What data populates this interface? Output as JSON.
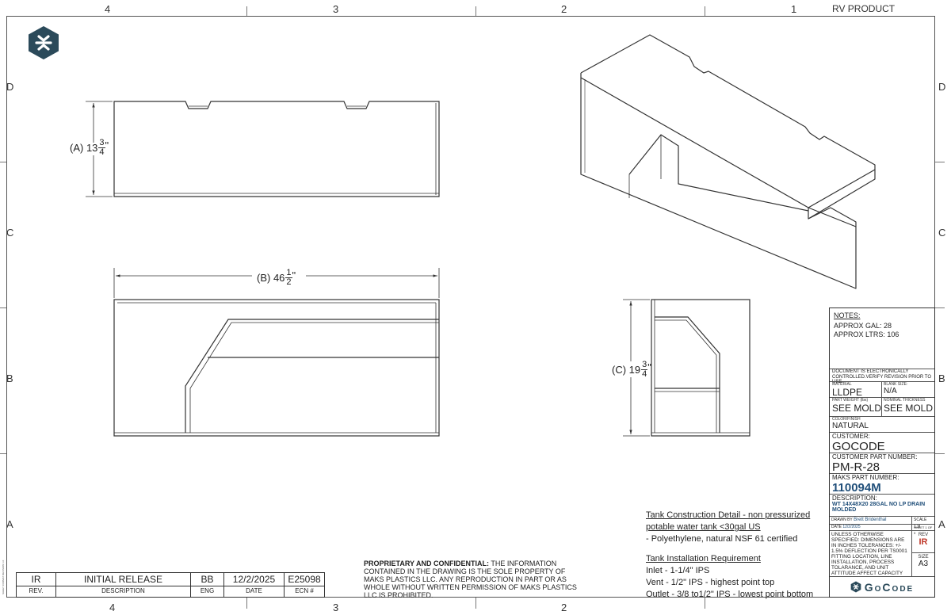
{
  "header": {
    "product_label": "RV PRODUCT"
  },
  "zones": {
    "top": [
      "4",
      "3",
      "2",
      "1"
    ],
    "bottom": [
      "4",
      "3",
      "2"
    ],
    "rows": [
      "D",
      "C",
      "B",
      "A"
    ]
  },
  "dimensions": {
    "a": {
      "prefix": "(A) 13",
      "num": "3",
      "den": "4",
      "unit": "\""
    },
    "b": {
      "prefix": "(B) 46",
      "num": "1",
      "den": "2",
      "unit": "\""
    },
    "c": {
      "prefix": "(C) 19",
      "num": "3",
      "den": "4",
      "unit": "\""
    }
  },
  "title_block": {
    "notes_label": "NOTES:",
    "approx_gal_label": "APPROX GAL:",
    "approx_gal": "28",
    "approx_ltrs_label": "APPROX LTRS:",
    "approx_ltrs": "106",
    "doc_control": "DOCUMENT IS ELECTRONICALLY CONTROLLED.VERIFY REVISION PRIOR TO USE.",
    "material_label": "MATERIAL",
    "material": "LLDPE",
    "blank_size_label": "BLANK SIZE:",
    "blank_size": "N/A",
    "part_weight_label": "PART WEIGHT (lbs)",
    "part_weight": "SEE MOLD",
    "nominal_thickness_label": "NOMINAL THICKNESS",
    "nominal_thickness": "SEE MOLD",
    "color_label": "COLOR/FINISH",
    "color": "NATURAL",
    "customer_label": "CUSTOMER:",
    "customer": "GOCODE",
    "customer_part_label": "CUSTOMER PART NUMBER:",
    "customer_part": "PM-R-28",
    "maks_part_label": "MAKS PART NUMBER:",
    "maks_part": "110094M",
    "description_label": "DESCRIPTION:",
    "description": "WT 14X48X20 28GAL NO LP DRAIN MOLDED",
    "drawn_by_label": "DRAWN BY",
    "drawn_by": "Brett Bridenthal",
    "date_label": "DATE",
    "date": "12/2/2025",
    "scale_label": "SCALE",
    "scale": "1:8",
    "sheet_label": "SHEET",
    "sheet": "1 OF 3",
    "tolerance": "UNLESS OTHERWISE SPECIFIED: DIMENSIONS ARE IN INCHES TOLERANCES: +/- 1.5% DEFLECTION PER TS0001 FITTING LOCATION, LINE INSTALLATION, PROCESS TOLARANCE, AND UNIT ATTITUDE AFFECT CAPACITY",
    "rev_label": "REV",
    "rev": "IR",
    "size_label": "SIZE",
    "size": "A3",
    "brand": "GoCode"
  },
  "notes": {
    "construction_title": "Tank Construction Detail - non pressurized potable water tank <30gal US",
    "construction_line": "- Polyethylene, natural NSF 61 certified",
    "install_title": "Tank Installation Requirement",
    "inlet": "Inlet -  1-1/4\" IPS",
    "vent": "Vent - 1/2\" IPS - highest point top",
    "outlet": "Outlet - 3/8 to1/2\" IPS - lowest point bottom"
  },
  "proprietary": {
    "bold": "PROPRIETARY AND CONFIDENTIAL:",
    "text": "THE INFORMATION CONTAINED IN THE DRAWING IS THE SOLE PROPERTY OF MAKS PLASTICS LLC. ANY REPRODUCTION IN PART OR AS WHOLE WITHOUT WRITTEN PERMISSION OF MAKS PLASTICS LLC IS PROHIBITED."
  },
  "revision_table": {
    "rev": "IR",
    "description": "INITIAL RELEASE",
    "eng": "BB",
    "date": "12/2/2025",
    "ecn": "E25098",
    "h_rev": "REV.",
    "h_description": "DESCRIPTION",
    "h_eng": "ENG",
    "h_date": "DATE",
    "h_ecn": "ECN #"
  },
  "side_label": "SHEET FORMAT REVISION 1.0"
}
